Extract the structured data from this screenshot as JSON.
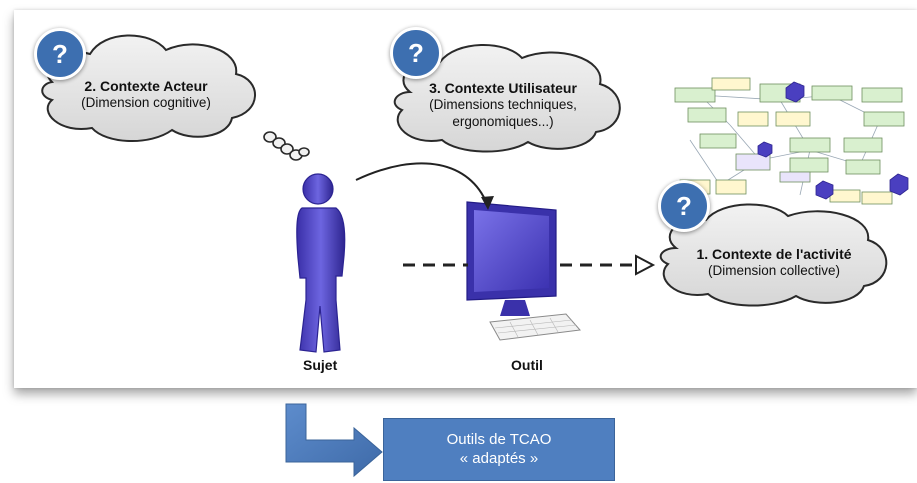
{
  "diagram": {
    "acteur": {
      "title": "2. Contexte Acteur",
      "subtitle": "(Dimension cognitive)",
      "badge": "?"
    },
    "utilisateur": {
      "title": "3. Contexte Utilisateur",
      "subtitle_line1": "(Dimensions techniques,",
      "subtitle_line2": "ergonomiques...)",
      "badge": "?"
    },
    "activite": {
      "title": "1. Contexte de l'activité",
      "subtitle": "(Dimension collective)",
      "badge": "?"
    },
    "sujet_label": "Sujet",
    "outil_label": "Outil"
  },
  "output_box": {
    "line1": "Outils de TCAO",
    "line2": "« adaptés »"
  },
  "colors": {
    "badge": "#3d6fb0",
    "box": "#4f7fc0",
    "figure": "#5b52c9",
    "cloud": "#e6e6e6"
  }
}
